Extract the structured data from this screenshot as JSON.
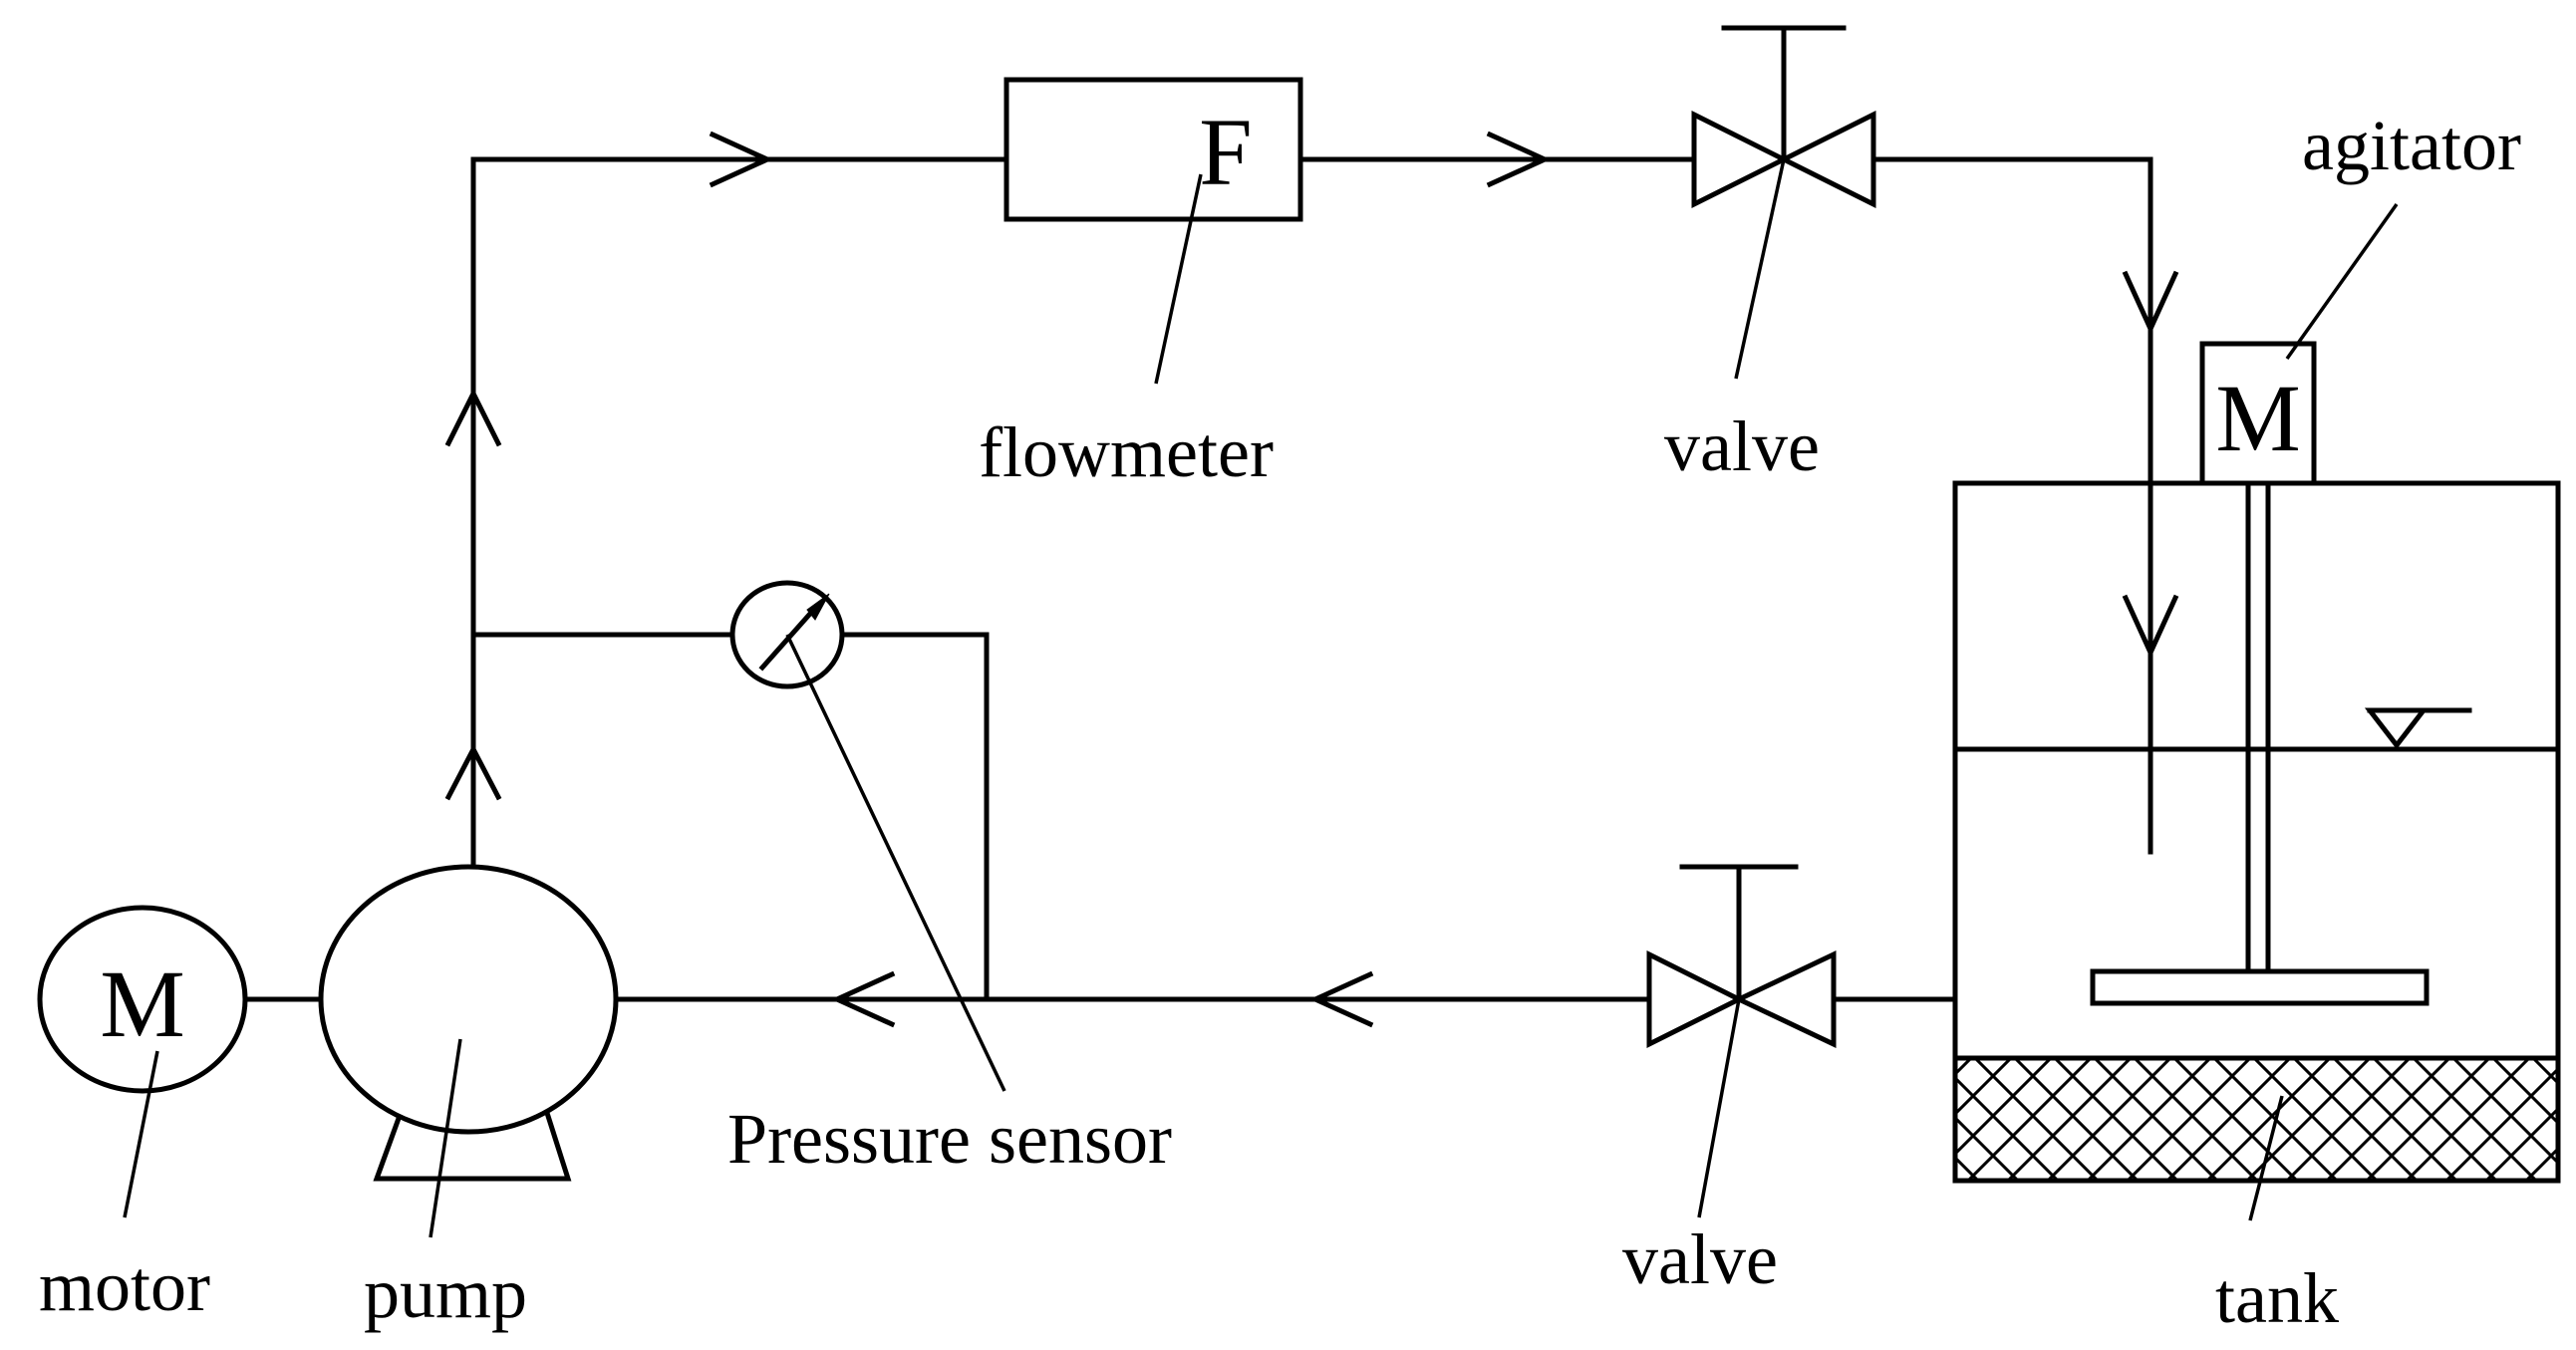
{
  "labels": {
    "flowmeter": "flowmeter",
    "valve_top": "valve",
    "agitator": "agitator",
    "pressure_sensor": "Pressure sensor",
    "valve_bottom": "valve",
    "motor": "motor",
    "pump": "pump",
    "tank": "tank"
  },
  "symbols": {
    "flowmeter_mark": "F",
    "agitator_motor_mark": "M",
    "pump_motor_mark": "M"
  },
  "colors": {
    "line": "#000000",
    "background": "#ffffff"
  }
}
